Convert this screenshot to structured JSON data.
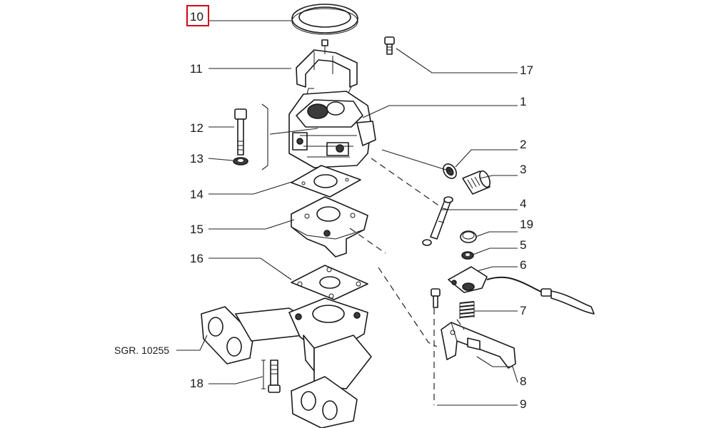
{
  "diagram": {
    "reference_code": "SGR. 10255",
    "highlighted_part": "10",
    "labels": [
      {
        "id": "10",
        "text": "10"
      },
      {
        "id": "11",
        "text": "11"
      },
      {
        "id": "12",
        "text": "12"
      },
      {
        "id": "13",
        "text": "13"
      },
      {
        "id": "14",
        "text": "14"
      },
      {
        "id": "15",
        "text": "15"
      },
      {
        "id": "16",
        "text": "16"
      },
      {
        "id": "17",
        "text": "17"
      },
      {
        "id": "1",
        "text": "1"
      },
      {
        "id": "2",
        "text": "2"
      },
      {
        "id": "3",
        "text": "3"
      },
      {
        "id": "4",
        "text": "4"
      },
      {
        "id": "19",
        "text": "19"
      },
      {
        "id": "5",
        "text": "5"
      },
      {
        "id": "6",
        "text": "6"
      },
      {
        "id": "7",
        "text": "7"
      },
      {
        "id": "8",
        "text": "8"
      },
      {
        "id": "9",
        "text": "9"
      },
      {
        "id": "18",
        "text": "18"
      }
    ],
    "colors": {
      "highlight": "#d0021b",
      "line": "#1a1a1a",
      "background": "#ffffff"
    }
  }
}
